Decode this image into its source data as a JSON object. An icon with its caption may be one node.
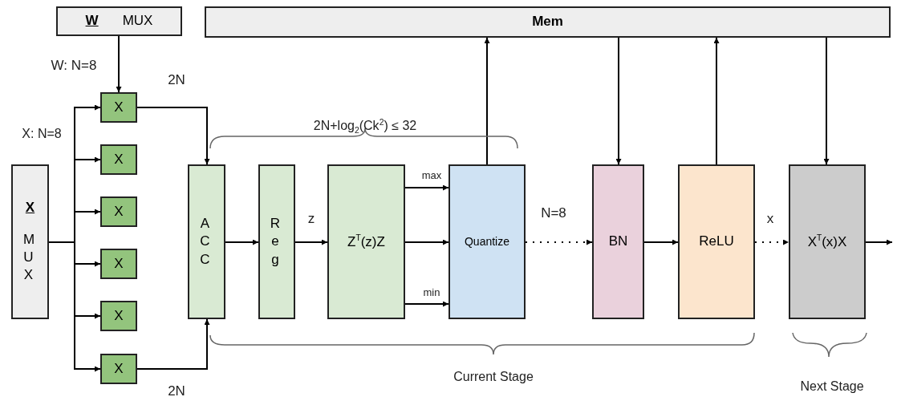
{
  "diagram": {
    "nodes": [
      {
        "text": [
          "W",
          "MUX"
        ]
      },
      {
        "text": [
          "X",
          "MUX"
        ]
      },
      {
        "text": [
          "X"
        ]
      },
      {
        "text": [
          "X"
        ]
      },
      {
        "text": [
          "X"
        ]
      },
      {
        "text": [
          "X"
        ]
      },
      {
        "text": [
          "X"
        ]
      },
      {
        "text": [
          "X"
        ]
      },
      {
        "text": [
          "ACC"
        ]
      },
      {
        "text": [
          "Reg"
        ]
      },
      {
        "text": [
          "Z$^{T}$(z)Z"
        ]
      },
      {
        "text": [
          "Quantize"
        ]
      },
      {
        "text": [
          "BN"
        ]
      },
      {
        "text": [
          "ReLU"
        ]
      },
      {
        "text": [
          "X$^{T}$(x)X"
        ]
      },
      {
        "text": [
          "Mem"
        ]
      }
    ],
    "edges": [
      {
        "from": 0,
        "to": 2,
        "arrow": "to",
        "label": "W: N=8"
      },
      {
        "from": 1,
        "to": 2,
        "arrow": "to"
      },
      {
        "from": 1,
        "to": 3,
        "arrow": "to"
      },
      {
        "from": 1,
        "to": 4,
        "arrow": "to"
      },
      {
        "from": 1,
        "to": 5,
        "arrow": "to"
      },
      {
        "from": 1,
        "to": 6,
        "arrow": "to"
      },
      {
        "from": 1,
        "to": 7,
        "arrow": "to"
      },
      {
        "from": 2,
        "to": 8,
        "arrow": "to",
        "label": "2N"
      },
      {
        "from": 7,
        "to": 8,
        "arrow": "to",
        "label": "2N"
      },
      {
        "from": 8,
        "to": 9,
        "arrow": "to"
      },
      {
        "from": 9,
        "to": 10,
        "arrow": "to",
        "label": "z"
      },
      {
        "from": 10,
        "to": 11,
        "arrow": "to",
        "label": "max"
      },
      {
        "from": 10,
        "to": 11,
        "arrow": "to"
      },
      {
        "from": 10,
        "to": 11,
        "arrow": "to",
        "label": "min"
      },
      {
        "from": 11,
        "to": 15,
        "arrow": "to"
      },
      {
        "from": 11,
        "to": 12,
        "arrow": "to",
        "label": "N=8",
        "style": "dashed"
      },
      {
        "from": 15,
        "to": 12,
        "arrow": "to"
      },
      {
        "from": 12,
        "to": 13,
        "arrow": "to"
      },
      {
        "from": 13,
        "to": 15,
        "arrow": "to"
      },
      {
        "from": 13,
        "to": 14,
        "arrow": "to",
        "label": "x",
        "style": "dashed"
      },
      {
        "from": 15,
        "to": 14,
        "arrow": "to"
      },
      {
        "from": 14,
        "to": null,
        "arrow": "to"
      }
    ],
    "labels": [
      "X: N=8",
      "2N+log$_{2}$(Ck$^{2}$) ≤ 32",
      "Current Stage",
      "Next Stage"
    ]
  }
}
